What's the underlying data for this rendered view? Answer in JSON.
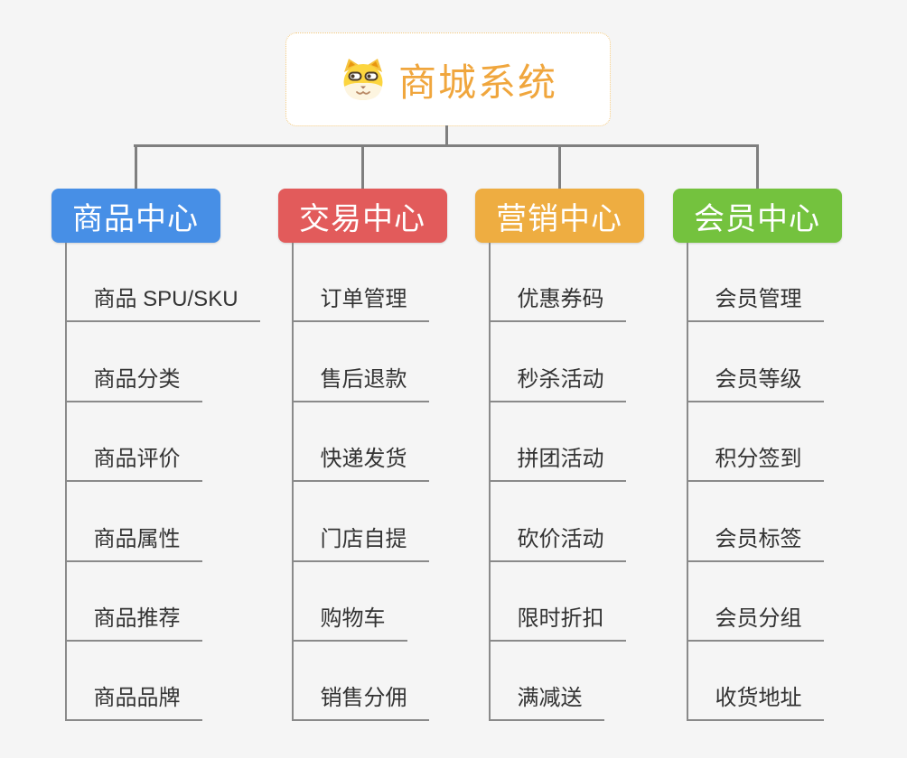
{
  "page": {
    "background": "#f5f5f5",
    "connector_color": "#7f7f7f",
    "tree_line_color": "#8a8a8a"
  },
  "root": {
    "title": "商城系统",
    "icon": "shiba-dog-icon",
    "text_color": "#f0a63d",
    "border_color": "#f3c97f"
  },
  "branches": [
    {
      "label": "商品中心",
      "color": "#478fe6",
      "children": [
        "商品 SPU/SKU",
        "商品分类",
        "商品评价",
        "商品属性",
        "商品推荐",
        "商品品牌"
      ]
    },
    {
      "label": "交易中心",
      "color": "#e25b5b",
      "children": [
        "订单管理",
        "售后退款",
        "快递发货",
        "门店自提",
        "购物车",
        "销售分佣"
      ]
    },
    {
      "label": "营销中心",
      "color": "#eead41",
      "children": [
        "优惠券码",
        "秒杀活动",
        "拼团活动",
        "砍价活动",
        "限时折扣",
        "满减送"
      ]
    },
    {
      "label": "会员中心",
      "color": "#74c23e",
      "children": [
        "会员管理",
        "会员等级",
        "积分签到",
        "会员标签",
        "会员分组",
        "收货地址"
      ]
    }
  ]
}
